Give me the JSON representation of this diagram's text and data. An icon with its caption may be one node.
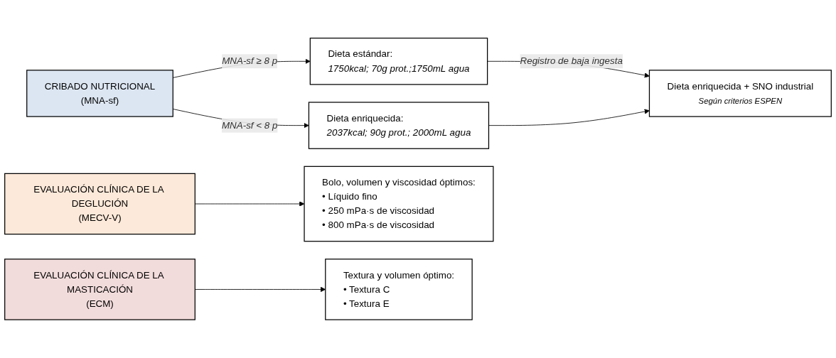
{
  "diagram": {
    "nodes": [
      {
        "text": [
          "CRIBADO NUTRICIONAL",
          "(MNA-sf)"
        ]
      },
      {
        "text": [
          "Dieta estándar:",
          "1750kcal; 70g prot.;1750mL agua"
        ]
      },
      {
        "text": [
          "Dieta enriquecida:",
          "2037kcal; 90g prot.; 2000mL agua"
        ]
      },
      {
        "text": [
          "Dieta enriquecida + SNO industrial",
          "Según criterios ESPEN"
        ]
      },
      {
        "text": [
          "EVALUACIÓN CLÍNICA DE LA DEGLUCIÓN",
          "(MECV-V)"
        ]
      },
      {
        "text": [
          "Bolo, volumen y viscosidad óptimos:",
          "• Líquido fino",
          "• 250 mPa·s de viscosidad",
          "• 800 mPa·s de viscosidad"
        ]
      },
      {
        "text": [
          "EVALUACIÓN CLÍNICA DE LA MASTICACIÓN",
          "(ECM)"
        ]
      },
      {
        "text": [
          "Textura y volumen óptimo:",
          "• Textura C",
          "• Textura E"
        ]
      }
    ],
    "edges": [
      {
        "from": 0,
        "to": 1,
        "arrow": "to",
        "label": "MNA-sf ≥ 8 p"
      },
      {
        "from": 0,
        "to": 2,
        "arrow": "to",
        "label": "MNA-sf < 8 p"
      },
      {
        "from": 1,
        "to": 3,
        "arrow": "to",
        "label": "Registro de baja ingesta"
      },
      {
        "from": 2,
        "to": 3,
        "arrow": "to"
      },
      {
        "from": 4,
        "to": 5,
        "arrow": "to"
      },
      {
        "from": 6,
        "to": 7,
        "arrow": "to"
      }
    ]
  }
}
